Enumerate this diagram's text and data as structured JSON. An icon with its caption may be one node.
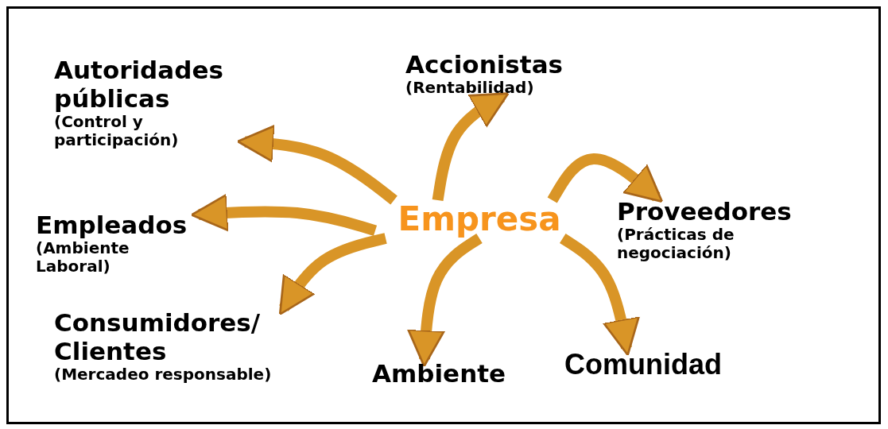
{
  "diagram": {
    "nodes": [
      {
        "text": [
          "Empresa"
        ]
      },
      {
        "text": [
          "Autoridades públicas",
          "(Control y participación)"
        ]
      },
      {
        "text": [
          "Accionistas",
          "(Rentabilidad)"
        ]
      },
      {
        "text": [
          "Proveedores",
          "(Prácticas de negociación)"
        ]
      },
      {
        "text": [
          "Empleados",
          "(Ambiente Laboral)"
        ]
      },
      {
        "text": [
          "Consumidores/ Clientes",
          "(Mercadeo responsable)"
        ]
      },
      {
        "text": [
          "Ambiente"
        ]
      },
      {
        "text": [
          "Comunidad"
        ]
      }
    ],
    "edges": [
      {
        "from": 0,
        "to": 1,
        "arrow": "to"
      },
      {
        "from": 0,
        "to": 2,
        "arrow": "to"
      },
      {
        "from": 0,
        "to": 3,
        "arrow": "to"
      },
      {
        "from": 0,
        "to": 4,
        "arrow": "to"
      },
      {
        "from": 0,
        "to": 5,
        "arrow": "to"
      },
      {
        "from": 0,
        "to": 6,
        "arrow": "to"
      },
      {
        "from": 0,
        "to": 7,
        "arrow": "to"
      }
    ]
  }
}
